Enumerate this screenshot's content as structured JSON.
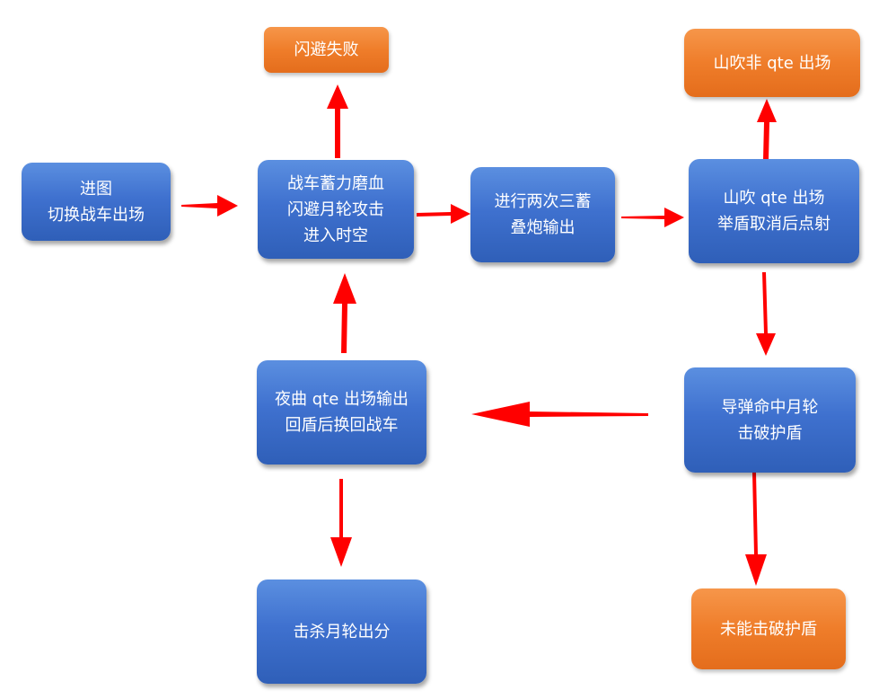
{
  "colors": {
    "node_blue": "#3f71cf",
    "node_orange": "#ef7d2a",
    "arrow_red": "#ff0000",
    "text": "#ffffff"
  },
  "nodes": {
    "enter_map": {
      "line1": "进图",
      "line2": "切换战车出场"
    },
    "chariot_charge": {
      "line1": "战车蓄力磨血",
      "line2": "闪避月轮攻击",
      "line3": "进入时空"
    },
    "dodge_fail": {
      "line1": "闪避失败"
    },
    "triple_charge": {
      "line1": "进行两次三蓄",
      "line2": "叠炮输出"
    },
    "shanchui_qte": {
      "line1": "山吹 qte 出场",
      "line2": "举盾取消后点射"
    },
    "shanchui_non_qte": {
      "line1": "山吹非 qte 出场"
    },
    "missile_hit": {
      "line1": "导弹命中月轮",
      "line2": "击破护盾"
    },
    "fail_break_shield": {
      "line1": "未能击破护盾"
    },
    "yequ_qte": {
      "line1": "夜曲 qte 出场输出",
      "line2": "回盾后换回战车"
    },
    "kill_moon": {
      "line1": "击杀月轮出分"
    }
  }
}
